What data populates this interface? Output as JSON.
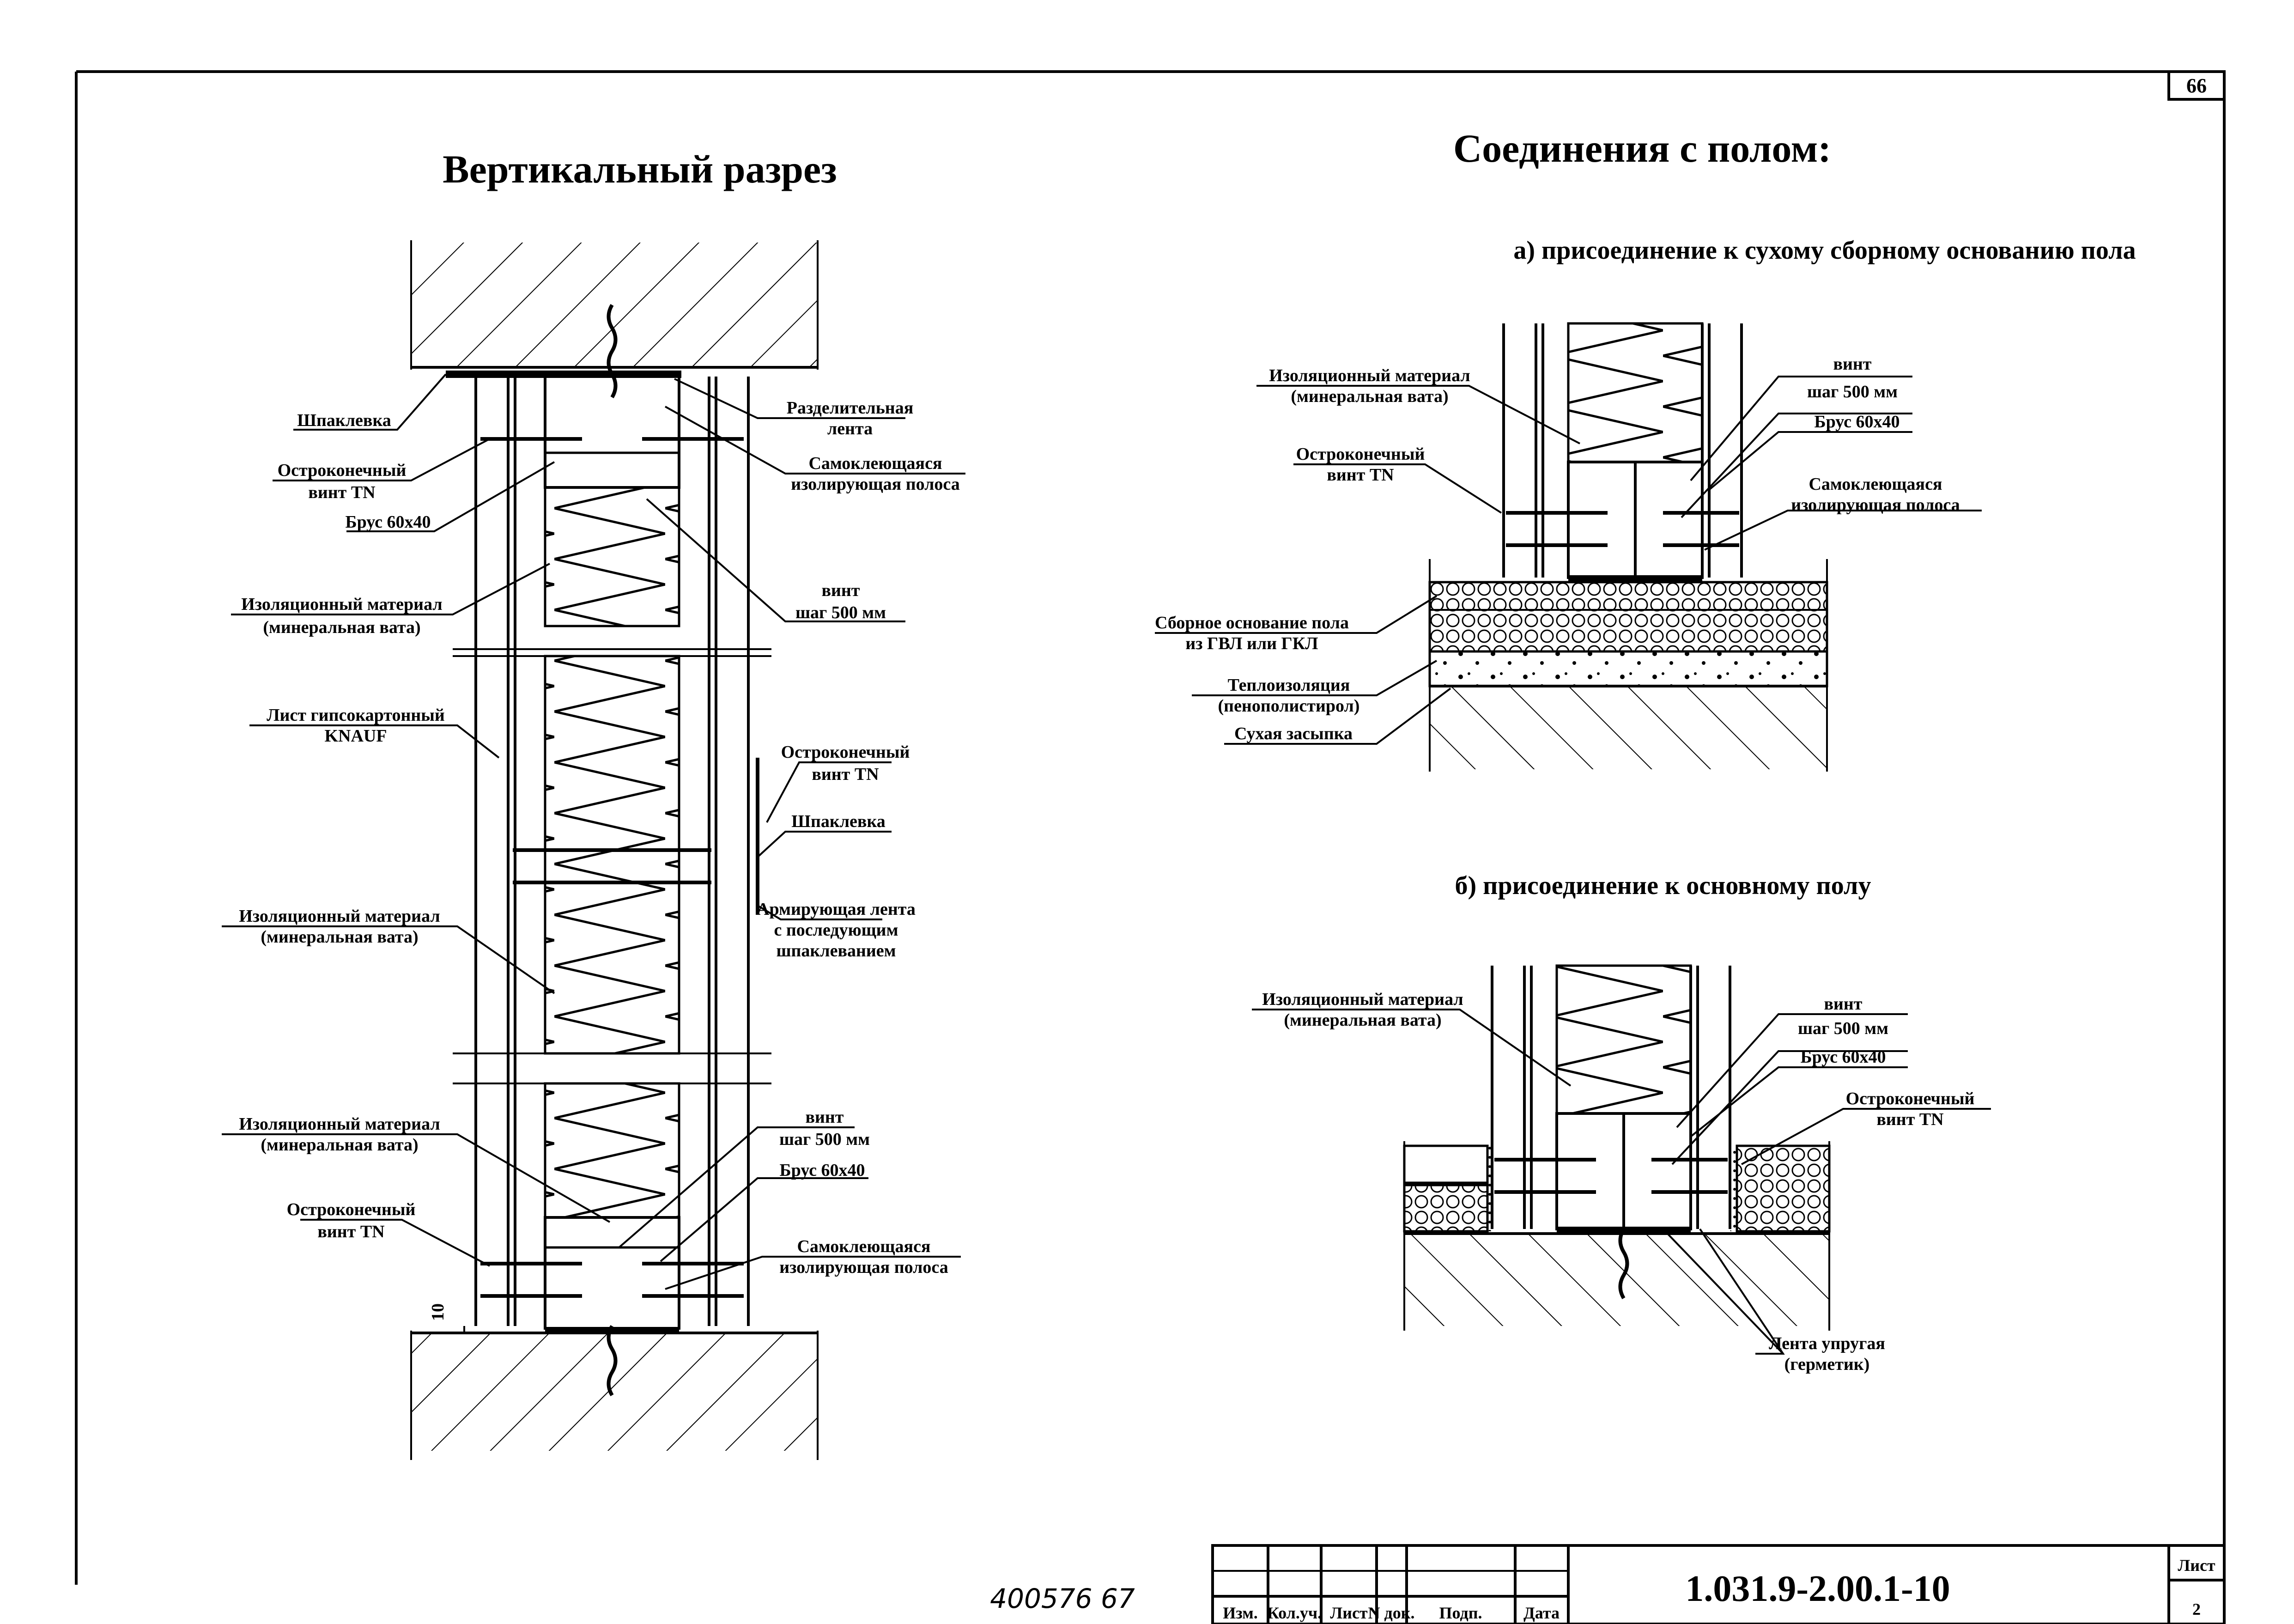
{
  "sheet": {
    "page_corner_number": "66",
    "title_left": "Вертикальный разрез",
    "title_right": "Соединения с полом:",
    "subtitle_a": "а) присоединение к сухому сборному основанию пола",
    "subtitle_b": "б) присоединение к основному полу",
    "handwritten_inventory": "400576 67"
  },
  "labels_left": {
    "shpaklevka_top": "Шпаклевка",
    "vint_tn_top_1": "Остроконечный",
    "vint_tn_top_2": "винт TN",
    "brus_top": "Брус 60х40",
    "izol_top_1": "Изоляционный материал",
    "izol_top_2": "(минеральная вата)",
    "razdel_1": "Разделительная",
    "razdel_2": "лента",
    "samokl_top_1": "Самоклеющаяся",
    "samokl_top_2": "изолирующая полоса",
    "vint_shag_top_1": "винт",
    "vint_shag_top_2": "шаг 500 мм",
    "gkl_1": "Лист гипсокартонный",
    "gkl_2": "KNAUF",
    "vint_tn_mid_1": "Остроконечный",
    "vint_tn_mid_2": "винт TN",
    "shpaklevka_mid": "Шпаклевка",
    "izol_mid_1": "Изоляционный материал",
    "izol_mid_2": "(минеральная вата)",
    "arm_1": "Армирующая лента",
    "arm_2": "с последующим",
    "arm_3": "шпаклеванием",
    "izol_bot_1": "Изоляционный материал",
    "izol_bot_2": "(минеральная вата)",
    "vint_shag_bot_1": "винт",
    "vint_shag_bot_2": "шаг 500 мм",
    "brus_bot": "Брус 60х40",
    "vint_tn_bot_1": "Остроконечный",
    "vint_tn_bot_2": "винт TN",
    "samokl_bot_1": "Самоклеющаяся",
    "samokl_bot_2": "изолирующая полоса",
    "dim_10": "10"
  },
  "labels_a": {
    "izol_1": "Изоляционный материал",
    "izol_2": "(минеральная вата)",
    "vint_tn_1": "Остроконечный",
    "vint_tn_2": "винт TN",
    "vint_1": "винт",
    "vint_2": "шаг 500 мм",
    "brus": "Брус 60х40",
    "samokl_1": "Самоклеющаяся",
    "samokl_2": "изолирующая полоса",
    "osn_1": "Сборное основание пола",
    "osn_2": "из ГВЛ или ГКЛ",
    "teplo_1": "Теплоизоляция",
    "teplo_2": "(пенополистирол)",
    "zasypka": "Сухая засыпка"
  },
  "labels_b": {
    "izol_1": "Изоляционный материал",
    "izol_2": "(минеральная вата)",
    "vint_1": "винт",
    "vint_2": "шаг 500 мм",
    "brus": "Брус 60х40",
    "vint_tn_1": "Остроконечный",
    "vint_tn_2": "винт TN",
    "lenta_1": "Лента упругая",
    "lenta_2": "(герметик)"
  },
  "title_block": {
    "code": "1.031.9-2.00.1-10",
    "col_izm": "Изм.",
    "col_koluch": "Кол.уч.",
    "col_list": "Лист",
    "col_ndok": "N док.",
    "col_podp": "Подп.",
    "col_data": "Дата",
    "sheet_label": "Лист",
    "sheet_number": "2"
  }
}
